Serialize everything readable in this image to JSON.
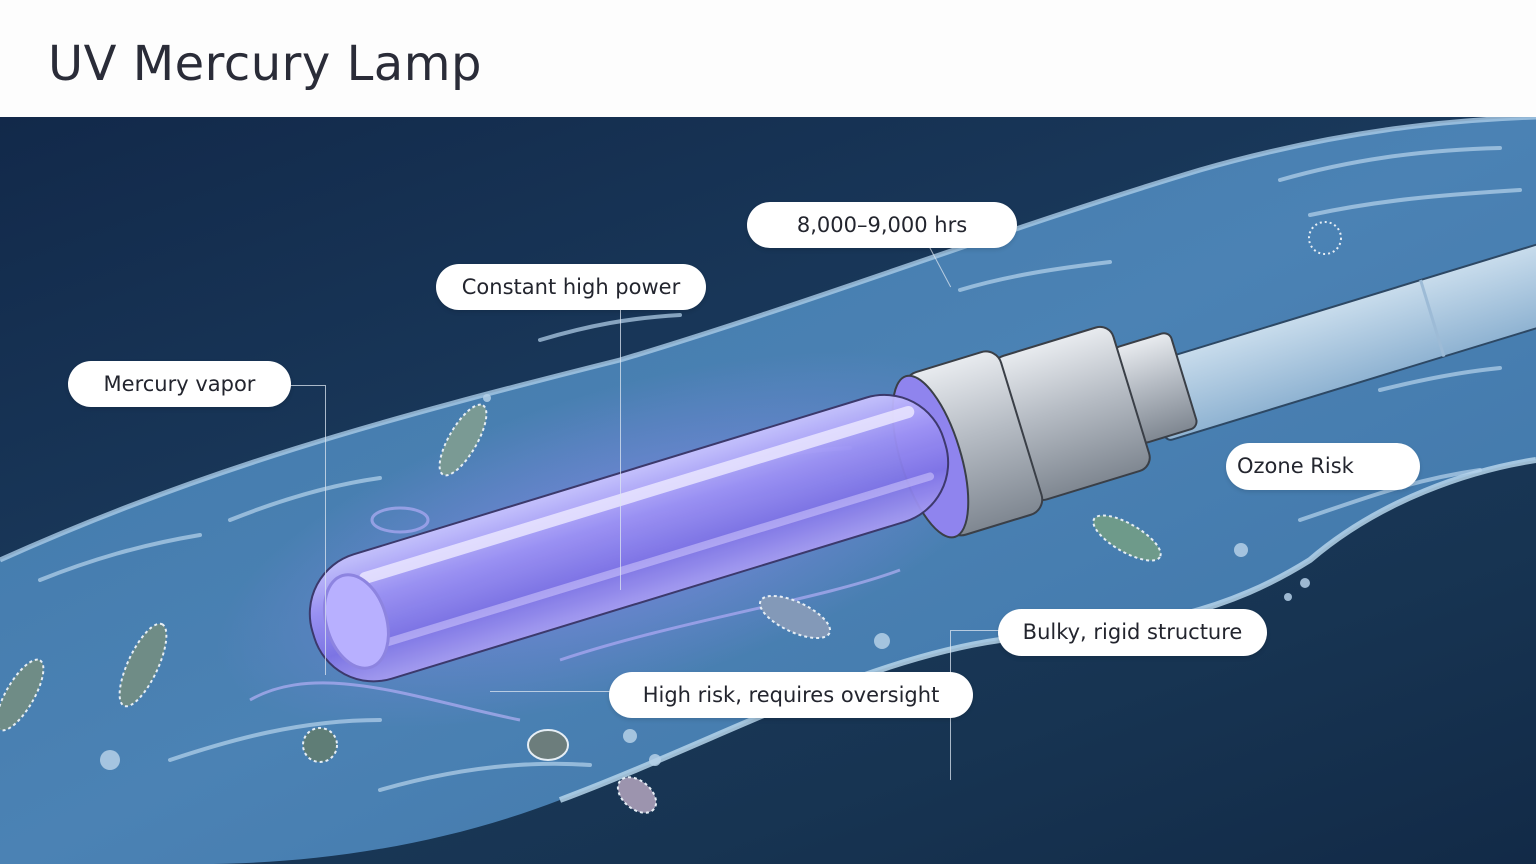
{
  "title": "UV Mercury Lamp",
  "colors": {
    "title_text": "#2a2c38",
    "background_dark": "#12294a",
    "water": "#4a7fb0",
    "lamp_glow": "#8b7cf0",
    "callout_bg": "#ffffff",
    "callout_text": "#23252e"
  },
  "illustration": {
    "subject": "uv-mercury-lamp-in-water",
    "elements": [
      "glass-quartz-tube-glowing",
      "metal-end-cap",
      "cable-sleeve",
      "water-stream",
      "bacteria",
      "bubbles"
    ]
  },
  "callouts": [
    {
      "id": "lifespan",
      "label": "8,000–9,000 hrs"
    },
    {
      "id": "power",
      "label": "Constant high power"
    },
    {
      "id": "mercury",
      "label": "Mercury vapor"
    },
    {
      "id": "ozone",
      "label": "Ozone Risk"
    },
    {
      "id": "structure",
      "label": "Bulky, rigid structure"
    },
    {
      "id": "risk",
      "label": "High risk, requires oversight"
    }
  ]
}
